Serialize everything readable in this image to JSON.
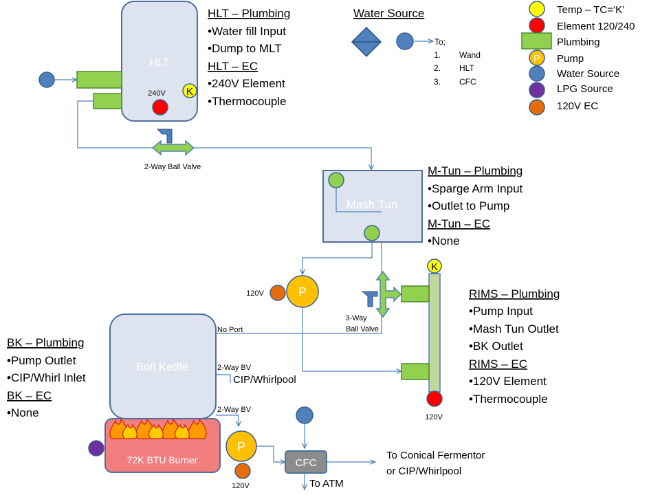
{
  "hlt": {
    "tank_label": "HLT",
    "element_voltage": "240V",
    "tc_letter": "K",
    "plumbing_heading": "HLT – Plumbing",
    "plumbing_items": [
      "•Water fill Input",
      "•Dump to MLT"
    ],
    "ec_heading": "HLT – EC",
    "ec_items": [
      "•240V Element",
      "•Thermocouple"
    ]
  },
  "water_source": {
    "heading": "Water Source",
    "to_label": "To;",
    "destinations": [
      {
        "num": "1.",
        "name": "Wand"
      },
      {
        "num": "2.",
        "name": "HLT"
      },
      {
        "num": "3.",
        "name": "CFC"
      }
    ]
  },
  "legend": {
    "items": [
      {
        "label": "Temp – TC=‘K’",
        "color": "#ffff00",
        "shape": "circle",
        "letter": ""
      },
      {
        "label": "Element 120/240",
        "color": "#ff0000",
        "shape": "circle",
        "letter": ""
      },
      {
        "label": "Plumbing",
        "color": "#92d050",
        "shape": "rect",
        "letter": ""
      },
      {
        "label": "Pump",
        "color": "#ffc000",
        "shape": "circle",
        "letter": "P"
      },
      {
        "label": "Water Source",
        "color": "#4f81bd",
        "shape": "circle",
        "letter": ""
      },
      {
        "label": "LPG Source",
        "color": "#7030a0",
        "shape": "circle",
        "letter": ""
      },
      {
        "label": "120V EC",
        "color": "#e46c0a",
        "shape": "circle",
        "letter": ""
      }
    ]
  },
  "valves": {
    "two_way_label": "2-Way Ball Valve",
    "three_way_label_1": "3-Way",
    "three_way_label_2": "Ball Valve"
  },
  "mash_tun": {
    "label": "Mash Tun",
    "plumbing_heading": "M-Tun – Plumbing",
    "plumbing_items": [
      "•Sparge Arm Input",
      "•Outlet to Pump"
    ],
    "ec_heading": "M-Tun – EC",
    "ec_items": [
      "•None"
    ]
  },
  "main_pump": {
    "letter": "P",
    "ec_voltage": "120V"
  },
  "rims": {
    "tc_letter": "K",
    "element_voltage": "120V",
    "plumbing_heading": "RIMS – Plumbing",
    "plumbing_items": [
      "•Pump Input",
      "•Mash Tun Outlet",
      "•BK Outlet"
    ],
    "ec_heading": "RIMS – EC",
    "ec_items": [
      "•120V Element",
      "•Thermocouple"
    ]
  },
  "boil_kettle": {
    "label": "Boil Kettle",
    "no_port": "No Port",
    "two_way_bv_1": "2-Way BV",
    "cip_whirlpool": "CIP/Whirlpool",
    "two_way_bv_2": "2-Way BV",
    "plumbing_heading": "BK – Plumbing",
    "plumbing_items": [
      "•Pump Outlet",
      "•CIP/Whirl Inlet"
    ],
    "ec_heading": "BK – EC",
    "ec_items": [
      "•None"
    ]
  },
  "burner": {
    "label": "72K BTU Burner"
  },
  "bk_pump": {
    "letter": "P",
    "ec_voltage": "120V"
  },
  "cfc": {
    "label": "CFC",
    "to_fermentor_1": "To Conical Fermentor",
    "to_fermentor_2": "or CIP/Whirlpool",
    "to_atm": "To ATM"
  },
  "colors": {
    "tank_fill": "#dde3ef",
    "tank_stroke": "#4f6f9f",
    "plumbing": "#92d050",
    "plumbing_stroke": "#4e8a2e",
    "water": "#4f81bd",
    "element": "#ff0000",
    "tc": "#ffff00",
    "pump": "#ffc000",
    "ec": "#e46c0a",
    "lpg": "#7030a0",
    "burner": "#f27f7f",
    "cfc": "#8c8c8c",
    "pipe": "#4f81bd"
  }
}
